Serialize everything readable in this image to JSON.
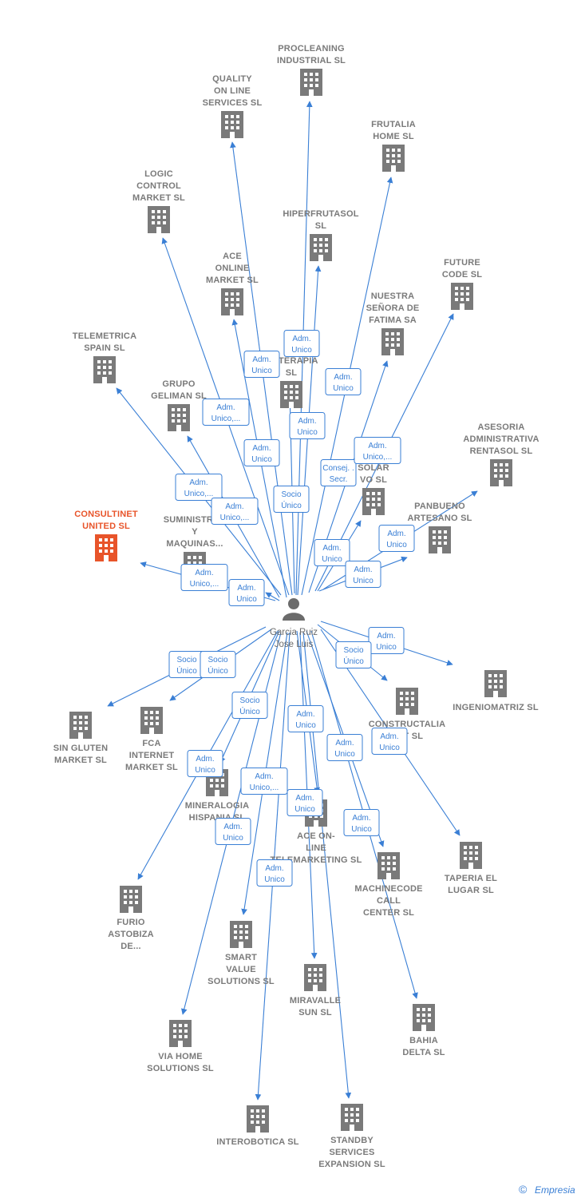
{
  "colors": {
    "edge": "#3a7fd5",
    "node": "#7a7a7a",
    "highlight": "#e8542a",
    "person": "#6b6b6b"
  },
  "person": {
    "name_lines": [
      "Garcia Ruiz",
      "Jose Luis"
    ],
    "icon": "person-icon"
  },
  "companies": [
    {
      "id": "procleaning",
      "lines": [
        "PROCLEANING",
        "INDUSTRIAL SL"
      ]
    },
    {
      "id": "quality",
      "lines": [
        "QUALITY",
        "ON LINE",
        "SERVICES  SL"
      ]
    },
    {
      "id": "frutalia",
      "lines": [
        "FRUTALIA",
        "HOME  SL"
      ]
    },
    {
      "id": "logic",
      "lines": [
        "LOGIC",
        "CONTROL",
        "MARKET  SL"
      ]
    },
    {
      "id": "hiperfrutasol",
      "lines": [
        "HIPERFRUTASOL",
        "SL"
      ]
    },
    {
      "id": "ace_online",
      "lines": [
        "ACE",
        "ONLINE",
        "MARKET SL"
      ]
    },
    {
      "id": "future",
      "lines": [
        "FUTURE",
        "CODE  SL"
      ]
    },
    {
      "id": "nuestra",
      "lines": [
        "NUESTRA",
        "SEÑORA DE",
        "FATIMA SA"
      ]
    },
    {
      "id": "telemetrica",
      "lines": [
        "TELEMETRICA",
        "SPAIN  SL"
      ]
    },
    {
      "id": "sitterapia",
      "lines": [
        "SITTERAPIA",
        "SL"
      ]
    },
    {
      "id": "grupo",
      "lines": [
        "GRUPO",
        "GELIMAN  SL"
      ]
    },
    {
      "id": "asesoria",
      "lines": [
        "ASESORIA",
        "ADMINISTRATIVA",
        "RENTASOL SL"
      ]
    },
    {
      "id": "solar",
      "lines": [
        "SOLAR",
        "VO SL"
      ]
    },
    {
      "id": "consultinet",
      "lines": [
        "CONSULTINET",
        "UNITED  SL"
      ],
      "highlight": true
    },
    {
      "id": "panbueno",
      "lines": [
        "PANBUENO",
        "ARTESANO  SL"
      ]
    },
    {
      "id": "suministros",
      "lines": [
        "SUMINISTROS",
        "Y",
        "MAQUINAS..."
      ]
    },
    {
      "id": "ingeniomatriz",
      "lines": [
        "INGENIOMATRIZ SL"
      ]
    },
    {
      "id": "constructalia",
      "lines": [
        "CONSTRUCTALIA",
        "NET  SL"
      ]
    },
    {
      "id": "singluten",
      "lines": [
        "SIN GLUTEN",
        "MARKET  SL"
      ]
    },
    {
      "id": "fca",
      "lines": [
        "FCA",
        "INTERNET",
        "MARKET  SL"
      ]
    },
    {
      "id": "mineralogia",
      "lines": [
        "MINERALOGIA",
        "HISPANIA SL"
      ]
    },
    {
      "id": "ace_online_tm",
      "lines": [
        "ACE ON-",
        "LINE",
        "TELEMARKETING SL"
      ]
    },
    {
      "id": "taperia",
      "lines": [
        "TAPERIA EL",
        "LUGAR SL"
      ]
    },
    {
      "id": "machinecode",
      "lines": [
        "MACHINECODE",
        "CALL",
        "CENTER  SL"
      ]
    },
    {
      "id": "furio",
      "lines": [
        "FURIO",
        "ASTOBIZA",
        "DE..."
      ]
    },
    {
      "id": "smart",
      "lines": [
        "SMART",
        "VALUE",
        "SOLUTIONS SL"
      ]
    },
    {
      "id": "miravalle",
      "lines": [
        "MIRAVALLE",
        "SUN  SL"
      ]
    },
    {
      "id": "bahia",
      "lines": [
        "BAHIA",
        "DELTA SL"
      ]
    },
    {
      "id": "viahome",
      "lines": [
        "VIA HOME",
        "SOLUTIONS SL"
      ]
    },
    {
      "id": "interobotica",
      "lines": [
        "INTEROBOTICA SL"
      ]
    },
    {
      "id": "standby",
      "lines": [
        "STANDBY",
        "SERVICES",
        "EXPANSION SL"
      ]
    }
  ],
  "roles": [
    {
      "lines": [
        "Adm.",
        "Unico"
      ]
    },
    {
      "lines": [
        "Adm.",
        "Unico"
      ]
    },
    {
      "lines": [
        "Adm.",
        "Unico"
      ]
    },
    {
      "lines": [
        "Adm.",
        "Unico,..."
      ]
    },
    {
      "lines": [
        "Adm.",
        "Unico"
      ]
    },
    {
      "lines": [
        "Adm.",
        "Unico"
      ]
    },
    {
      "lines": [
        "Adm.",
        "Unico,..."
      ]
    },
    {
      "lines": [
        "Adm.",
        "Unico,..."
      ]
    },
    {
      "lines": [
        "Consej. .",
        "Secr."
      ]
    },
    {
      "lines": [
        "Adm.",
        "Unico,..."
      ]
    },
    {
      "lines": [
        "Socio",
        "Único"
      ]
    },
    {
      "lines": [
        "Adm.",
        "Unico"
      ]
    },
    {
      "lines": [
        "Adm.",
        "Unico"
      ]
    },
    {
      "lines": [
        "Adm.",
        "Unico"
      ]
    },
    {
      "lines": [
        "Adm.",
        "Unico,..."
      ]
    },
    {
      "lines": [
        "Adm.",
        "Unico"
      ]
    },
    {
      "lines": [
        "Adm.",
        "Unico"
      ]
    },
    {
      "lines": [
        "Socio",
        "Único"
      ]
    },
    {
      "lines": [
        "Socio",
        "Único"
      ]
    },
    {
      "lines": [
        "Socio",
        "Único"
      ]
    },
    {
      "lines": [
        "Socio",
        "Único"
      ]
    },
    {
      "lines": [
        "Adm.",
        "Unico"
      ]
    },
    {
      "lines": [
        "Adm.",
        "Unico"
      ]
    },
    {
      "lines": [
        "Adm.",
        "Unico"
      ]
    },
    {
      "lines": [
        "Adm.",
        "Unico"
      ]
    },
    {
      "lines": [
        "Adm.",
        "Unico,..."
      ]
    },
    {
      "lines": [
        "Adm.",
        "Unico"
      ]
    },
    {
      "lines": [
        "Adm.",
        "Unico"
      ]
    },
    {
      "lines": [
        "Adm.",
        "Unico"
      ]
    },
    {
      "lines": [
        "Adm.",
        "Unico"
      ]
    }
  ],
  "footer": {
    "copyright": "©",
    "brand": "Empresia"
  }
}
